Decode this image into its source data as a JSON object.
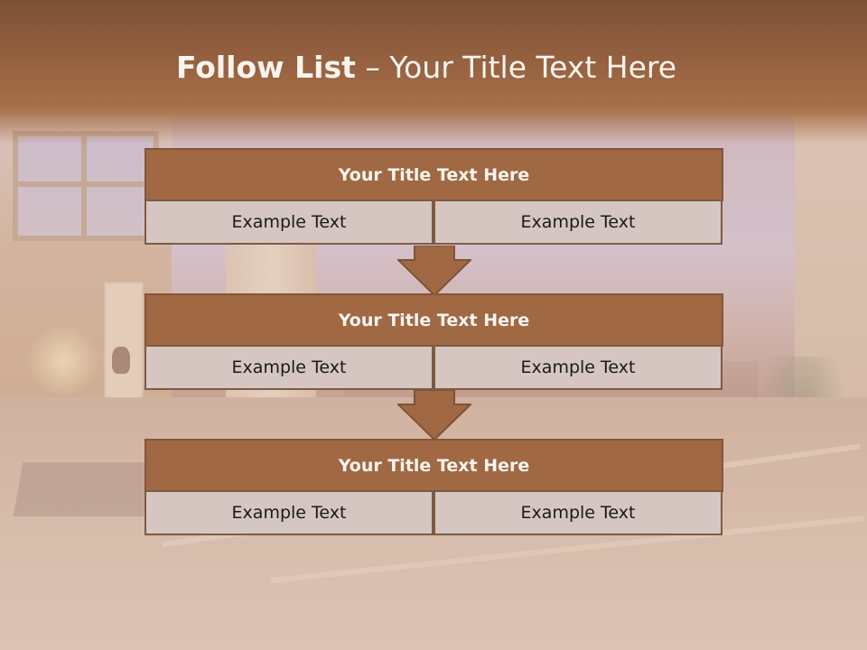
{
  "slide": {
    "title_bold": "Follow List",
    "title_rest": " – Your Title Text Here"
  },
  "blocks": [
    {
      "title": "Your Title Text Here",
      "left": "Example Text",
      "right": "Example Text"
    },
    {
      "title": "Your Title Text Here",
      "left": "Example Text",
      "right": "Example Text"
    },
    {
      "title": "Your Title Text Here",
      "left": "Example Text",
      "right": "Example Text"
    }
  ],
  "colors": {
    "header_brown": "#94603f",
    "block_title_fill": "#a06843",
    "block_cell_fill": "#d5c6c1",
    "arrow_fill": "#a06843"
  }
}
